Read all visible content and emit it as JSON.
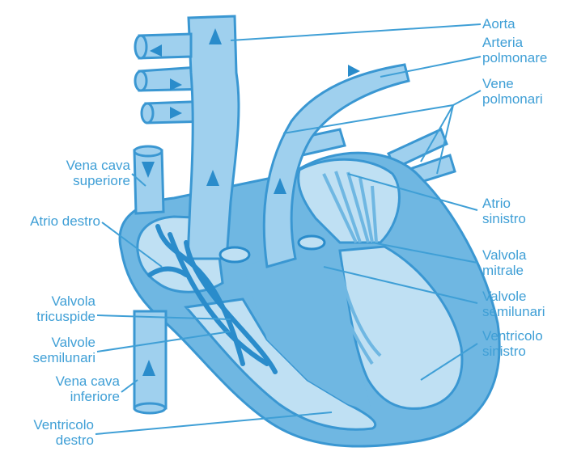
{
  "colors": {
    "label": "#3f9fd6",
    "outline": "#3a97d2",
    "wall": "#6fb7e2",
    "chamber": "#bfe0f3",
    "vessel": "#9fd0ee",
    "arrow": "#2a8ccb"
  },
  "labels": {
    "aorta": "Aorta",
    "arteria_polmonare": "Arteria\npolmonare",
    "vene_polmonari": "Vene\npolmonari",
    "vena_cava_superiore": "Vena cava\nsuperiore",
    "atrio_destro": "Atrio destro",
    "atrio_sinistro": "Atrio\nsinistro",
    "valvola_mitrale": "Valvola\nmitrale",
    "valvole_semilunari_right": "Valvole\nsemilunari",
    "valvola_tricuspide": "Valvola\ntricuspide",
    "valvole_semilunari_left": "Valvole\nsemilunari",
    "ventricolo_sinistro": "Ventricolo\nsinistro",
    "vena_cava_inferiore": "Vena cava\ninferiore",
    "ventricolo_destro": "Ventricolo\ndestro"
  }
}
